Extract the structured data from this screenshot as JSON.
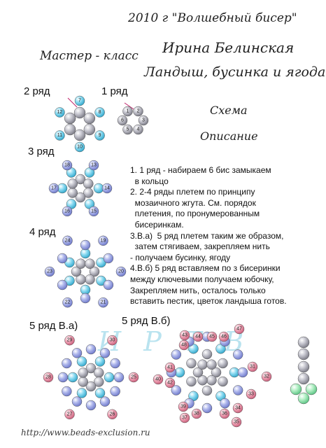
{
  "header": {
    "title": "2010 г \"Волшебный бисер\"",
    "author": "Ирина Белинская",
    "master_class": "Мастер - класс",
    "subtitle": "Ландыш, бусинка и ягода",
    "scheme": "Схема",
    "description": "Описание"
  },
  "rows": {
    "row2": "2 ряд",
    "row1": "1 ряд",
    "row3": "3 ряд",
    "row4": "4 ряд",
    "row5a": "5 ряд В.а)",
    "row5b": "5 ряд В.б)"
  },
  "instructions": [
    "1. 1 ряд - набираем 6 бис замыкаем",
    "  в кольцо",
    "2. 2-4 ряды плетем по принципу",
    "  мозаичного жгута. См. порядок",
    "  плетения, по пронумерованным",
    "  бисеринкам.",
    "3.В.а)  5 ряд плетем таким же образом,",
    "  затем стягиваем, закрепляем нить",
    "- получаем бусинку, ягоду",
    "4.В.б) 5 ряд вставляем по з бисеринки",
    "между ключевыми получаем юбочку,",
    "Закрепляем нить, осталось только",
    "вставить пестик, цветок ландыша готов."
  ],
  "watermark": "И Р Т В",
  "footer": {
    "url": "http://www.beads-exclusion.ru"
  },
  "colors": {
    "grey": "#9c9ca8",
    "cyan": "#5ec8e6",
    "lavender": "#8c96dc",
    "pink": "#e2849a",
    "green": "#8ee2a8"
  },
  "bead_labels": {
    "row1": [
      "1",
      "2",
      "3",
      "4",
      "5",
      "6"
    ],
    "row2": [
      "7",
      "8",
      "9",
      "10",
      "11",
      "12"
    ],
    "row3": [
      "13",
      "14",
      "15",
      "16",
      "17",
      "18"
    ],
    "row4": [
      "19",
      "20",
      "21",
      "22",
      "23",
      "24"
    ],
    "row5a": [
      "25",
      "26",
      "27",
      "28",
      "29",
      "30"
    ],
    "row5b": [
      "31",
      "32",
      "33",
      "34",
      "35",
      "36",
      "37",
      "38",
      "39",
      "40",
      "41",
      "42",
      "43",
      "44",
      "45",
      "46",
      "47",
      "48"
    ]
  }
}
